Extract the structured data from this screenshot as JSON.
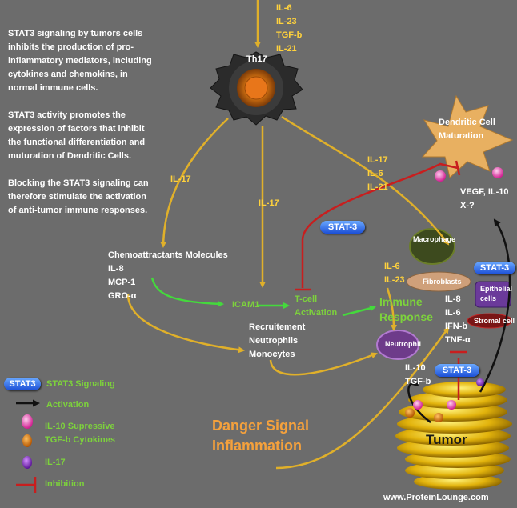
{
  "description": [
    "STAT3 signaling by tumors cells",
    "inhibits the production  of pro-",
    "inflammatory mediators, including",
    "cytokines and chemokins, in",
    "normal immune cells.",
    "STAT3 activity promotes the",
    "expression of factors that inhibit",
    "the functional differentiation and",
    "muturation of Dendritic Cells.",
    "Blocking the STAT3 signaling can",
    "therefore stimulate the activation",
    "of anti-tumor immune responses."
  ],
  "top_cytokines": [
    "IL-6",
    "IL-23",
    "TGF-b",
    "IL-21"
  ],
  "th17_label": "Th17",
  "il17_left": "IL-17",
  "il17_mid": "IL-17",
  "il17_dc_group": [
    "IL-17",
    "IL-6",
    "IL-21"
  ],
  "dendritic_cell": [
    "Dendritic Cell",
    "Maturation"
  ],
  "vegf": [
    "VEGF, IL-10",
    "X-?"
  ],
  "stat3": "STAT-3",
  "chemo": {
    "title": "Chemoattractants Molecules",
    "items": [
      "IL-8",
      "MCP-1",
      "GRO-α"
    ]
  },
  "icam1": "ICAM1",
  "tcell": [
    "T-cell",
    "Activation"
  ],
  "il6_il23": [
    "IL-6",
    "IL-23"
  ],
  "immune_response": [
    "Immune",
    "Response"
  ],
  "macrophage": "Macrophage",
  "fibroblasts": "Fibroblasts",
  "epithelial": [
    "Epithelial",
    "cells"
  ],
  "stromal": "Stromal cell",
  "neutrophil": "Neutrophil",
  "stromal_factors": [
    "IL-8",
    "IL-6",
    "IFN-b",
    "TNF-α"
  ],
  "recruitment": [
    "Recruitement",
    "Neutrophils",
    "Monocytes"
  ],
  "tumor_factors": [
    "IL-10",
    "TGF-b"
  ],
  "tumor": "Tumor",
  "danger": [
    "Danger Signal",
    "Inflammation"
  ],
  "legend": {
    "stat3_badge": "STAT3",
    "stat3_signaling": "STAT3 Signaling",
    "activation": "Activation",
    "il10": "IL-10  Supressive",
    "tgfb": "TGF-b Cytokines",
    "il17": "IL-17",
    "inhibition": "Inhibition"
  },
  "watermark": "www.ProteinLounge.com",
  "colors": {
    "background": "#6c6c6c",
    "yellow_text": "#ffd23c",
    "green_text": "#7dd23c",
    "orange_text": "#f5a13c",
    "stat3_blue": "#2a63e6",
    "inhibition_red": "#c81e1e",
    "arrow_yellow": "#e0b02a",
    "arrow_green": "#44d93c",
    "arrow_black": "#111111"
  }
}
